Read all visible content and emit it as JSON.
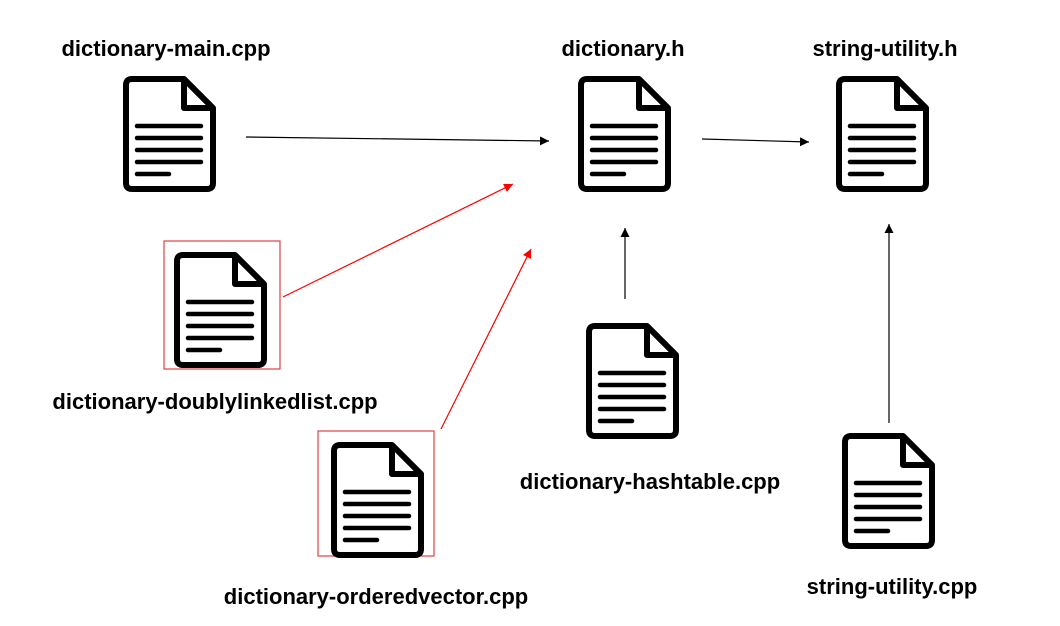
{
  "files": [
    {
      "id": "main",
      "label": "dictionary-main.cpp",
      "highlighted": false
    },
    {
      "id": "dict_h",
      "label": "dictionary.h",
      "highlighted": false
    },
    {
      "id": "su_h",
      "label": "string-utility.h",
      "highlighted": false
    },
    {
      "id": "dll",
      "label": "dictionary-doublylinkedlist.cpp",
      "highlighted": true
    },
    {
      "id": "hash",
      "label": "dictionary-hashtable.cpp",
      "highlighted": false
    },
    {
      "id": "ov",
      "label": "dictionary-orderedvector.cpp",
      "highlighted": true
    },
    {
      "id": "su_cpp",
      "label": "string-utility.cpp",
      "highlighted": false
    }
  ],
  "edges": [
    {
      "from": "main",
      "to": "dict_h",
      "color": "#000000"
    },
    {
      "from": "dict_h",
      "to": "su_h",
      "color": "#000000"
    },
    {
      "from": "dll",
      "to": "dict_h",
      "color": "#ff0000"
    },
    {
      "from": "ov",
      "to": "dict_h",
      "color": "#ff0000"
    },
    {
      "from": "hash",
      "to": "dict_h",
      "color": "#000000"
    },
    {
      "from": "su_cpp",
      "to": "su_h",
      "color": "#000000"
    }
  ],
  "colors": {
    "icon_stroke": "#000000",
    "highlight_border": "#e04040",
    "red_arrow": "#ff0000",
    "black_arrow": "#000000"
  },
  "icon": "document-icon"
}
